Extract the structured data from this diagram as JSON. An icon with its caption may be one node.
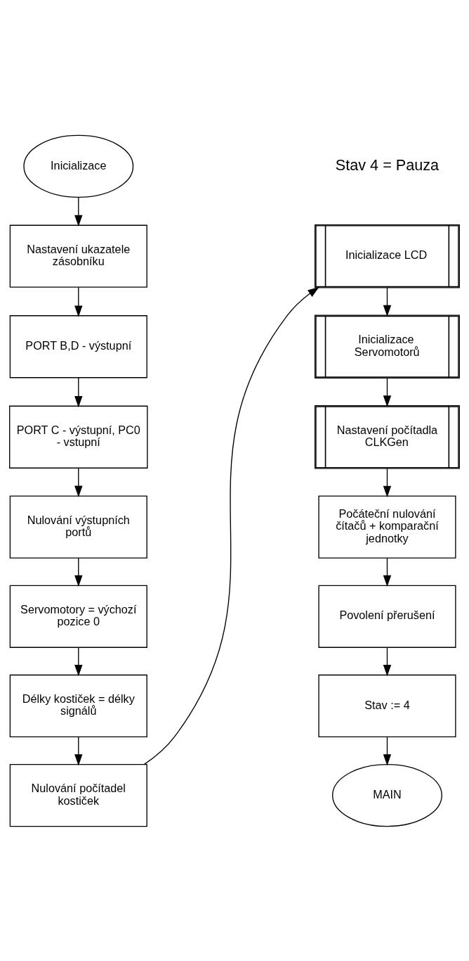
{
  "diagram": {
    "nodes": [
      {
        "text": [
          "Inicializace"
        ]
      },
      {
        "text": [
          "Nastavení ukazatele zásobníku"
        ]
      },
      {
        "text": [
          "PORT B,D - výstupní"
        ]
      },
      {
        "text": [
          "PORT C - výstupní, PC0 - vstupní"
        ]
      },
      {
        "text": [
          "Nulování výstupních portů"
        ]
      },
      {
        "text": [
          "Servomotory = výchozí pozice 0"
        ]
      },
      {
        "text": [
          "Délky kostiček = délky signálů"
        ]
      },
      {
        "text": [
          "Nulování počítadel kostiček"
        ]
      },
      {
        "text": [
          "Inicializace LCD"
        ]
      },
      {
        "text": [
          "Inicializace Servomotorů"
        ]
      },
      {
        "text": [
          "Nastavení počítadla CLKGen"
        ]
      },
      {
        "text": [
          "Počáteční nulování čítačů + komparační jednotky"
        ]
      },
      {
        "text": [
          "Povolení přerušení"
        ]
      },
      {
        "text": [
          "Stav := 4"
        ]
      },
      {
        "text": [
          "MAIN"
        ]
      }
    ],
    "edges": [
      {
        "from": 0,
        "to": 1,
        "arrow": "to"
      },
      {
        "from": 1,
        "to": 2,
        "arrow": "to"
      },
      {
        "from": 2,
        "to": 3,
        "arrow": "to"
      },
      {
        "from": 3,
        "to": 4,
        "arrow": "to"
      },
      {
        "from": 4,
        "to": 5,
        "arrow": "to"
      },
      {
        "from": 5,
        "to": 6,
        "arrow": "to"
      },
      {
        "from": 6,
        "to": 7,
        "arrow": "to"
      },
      {
        "from": 7,
        "to": 8,
        "arrow": "to"
      },
      {
        "from": 8,
        "to": 9,
        "arrow": "to"
      },
      {
        "from": 9,
        "to": 10,
        "arrow": "to"
      },
      {
        "from": 10,
        "to": 11,
        "arrow": "to"
      },
      {
        "from": 11,
        "to": 12,
        "arrow": "to"
      },
      {
        "from": 12,
        "to": 13,
        "arrow": "to"
      },
      {
        "from": 13,
        "to": 14,
        "arrow": "to"
      }
    ],
    "labels": [
      "Stav 4 = Pauza"
    ]
  }
}
